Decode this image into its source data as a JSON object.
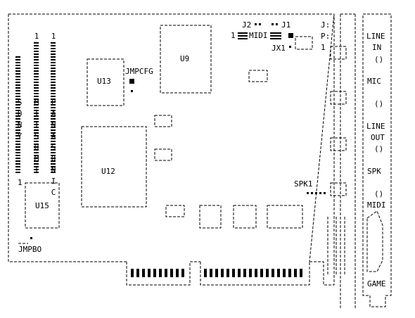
{
  "chips": {
    "u9": "U9",
    "u13": "U13",
    "u12": "U12",
    "u15": "U15"
  },
  "jumpers": {
    "jmpcfg": "JMPCFG",
    "jmpbo": "JMPBO",
    "j2": "J2",
    "j1": "J1",
    "jx1": "JX1",
    "spk1": "SPK1",
    "midi_header": "MIDI",
    "midi_pin1": "1"
  },
  "headers": {
    "sony": [
      "S",
      "O",
      "N",
      "Y"
    ],
    "sony_pin1": "1",
    "mitsumi": [
      "1",
      "M",
      "I",
      "T",
      "S",
      "U",
      "M",
      "I"
    ],
    "panasonic": [
      "1",
      "P",
      "A",
      "N",
      "A",
      "S",
      "O",
      "N",
      "I",
      "C"
    ]
  },
  "jp_label": [
    "J:",
    "P:",
    "1"
  ],
  "bracket": {
    "line_in": [
      "LINE",
      "IN",
      "()"
    ],
    "mic": [
      "MIC",
      "()"
    ],
    "line_out": [
      "LINE",
      "OUT",
      "()"
    ],
    "spk": [
      "SPK",
      "()"
    ],
    "midi": "MIDI",
    "game": "GAME"
  }
}
